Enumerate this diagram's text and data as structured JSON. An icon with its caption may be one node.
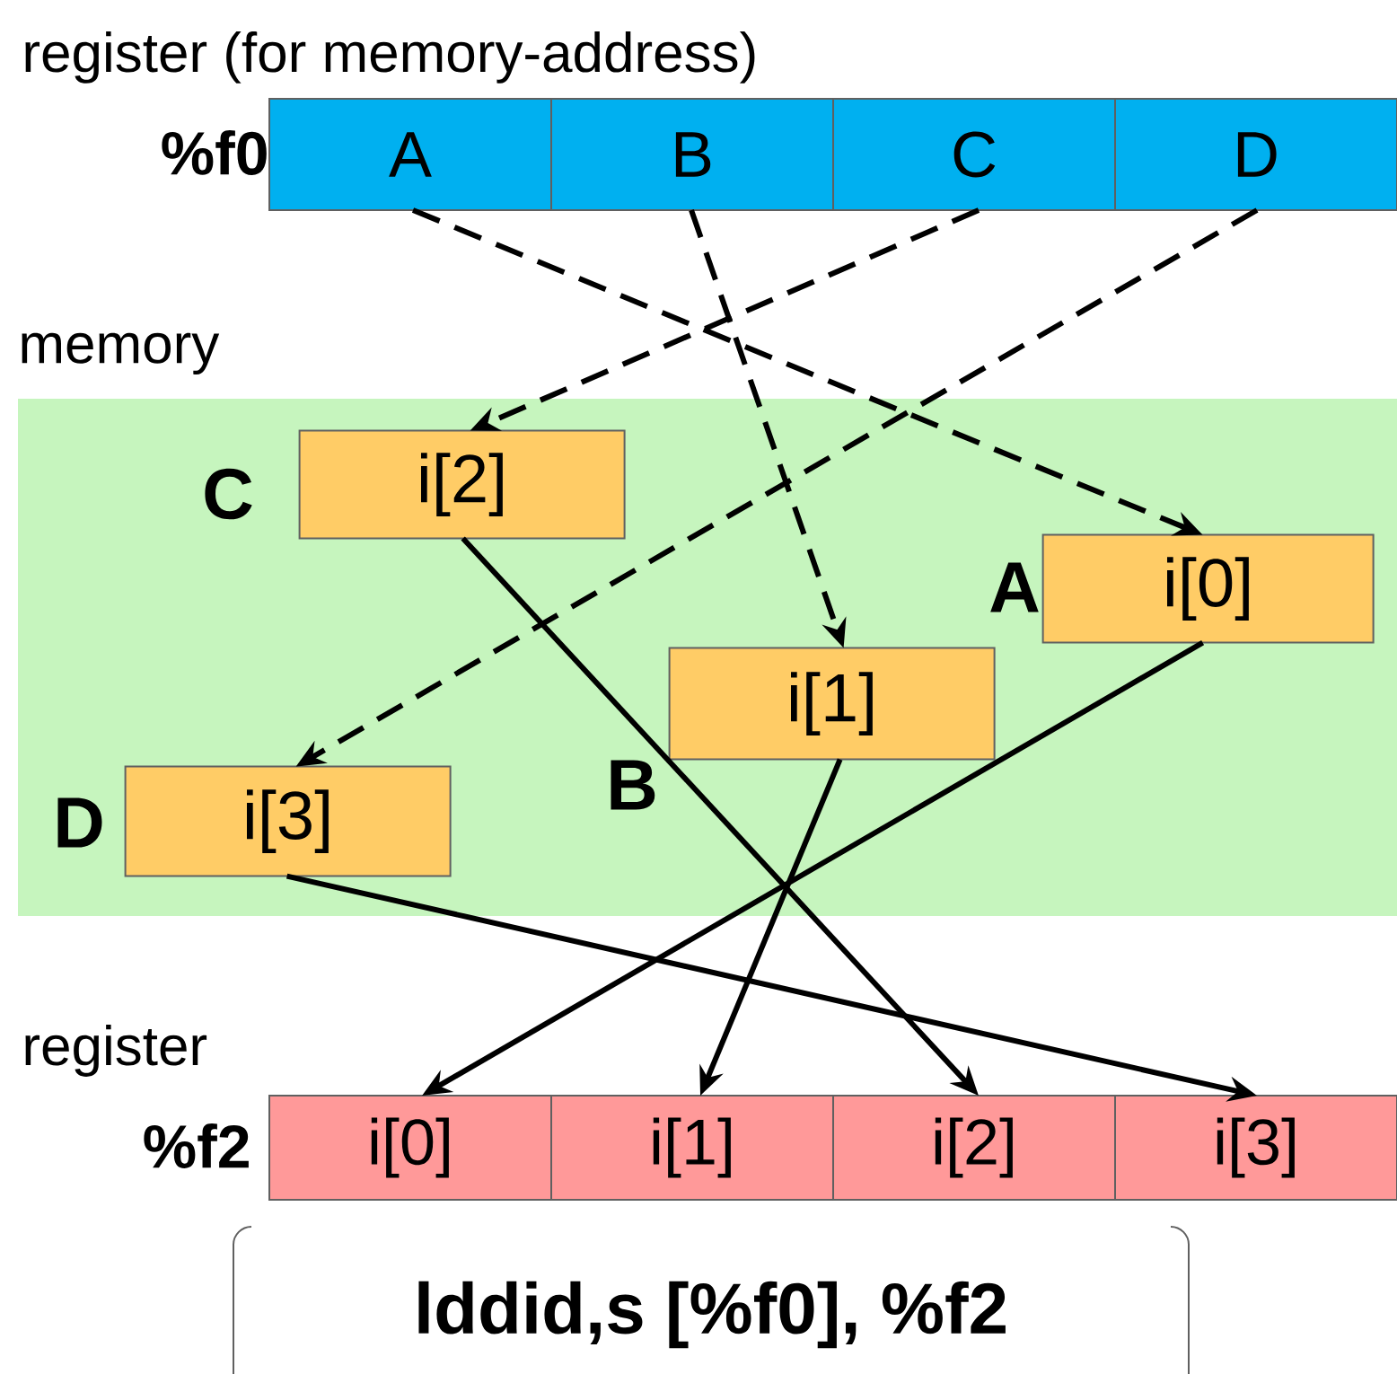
{
  "diagram": {
    "nodes": [
      {
        "text": [
          "A"
        ]
      },
      {
        "text": [
          "B"
        ]
      },
      {
        "text": [
          "C"
        ]
      },
      {
        "text": [
          "D"
        ]
      },
      {
        "text": [
          "memory"
        ]
      },
      {
        "text": [
          "i[2]"
        ],
        "in": 4,
        "beside": [
          "C"
        ]
      },
      {
        "text": [
          "i[0]"
        ],
        "in": 4,
        "beside": [
          "A"
        ]
      },
      {
        "text": [
          "i[1]"
        ],
        "in": 4,
        "beside": [
          "B"
        ]
      },
      {
        "text": [
          "i[3]"
        ],
        "in": 4,
        "beside": [
          "D"
        ]
      },
      {
        "text": [
          "i[0]"
        ]
      },
      {
        "text": [
          "i[1]"
        ]
      },
      {
        "text": [
          "i[2]"
        ]
      },
      {
        "text": [
          "i[3]"
        ]
      },
      {
        "text": [
          "lddid,s [%f0], %f2"
        ]
      }
    ],
    "edges": [
      {
        "from": 0,
        "to": 6,
        "arrow": "to",
        "style": "dashed"
      },
      {
        "from": 1,
        "to": 7,
        "arrow": "to",
        "style": "dashed"
      },
      {
        "from": 2,
        "to": 5,
        "arrow": "to",
        "style": "dashed"
      },
      {
        "from": 3,
        "to": 8,
        "arrow": "to",
        "style": "dashed"
      },
      {
        "from": 5,
        "to": 11,
        "arrow": "to"
      },
      {
        "from": 6,
        "to": 9,
        "arrow": "to"
      },
      {
        "from": 7,
        "to": 10,
        "arrow": "to"
      },
      {
        "from": 8,
        "to": 12,
        "arrow": "to"
      }
    ],
    "labels": [
      "register (for memory-address)",
      "%f0",
      "register",
      "%f2"
    ]
  }
}
